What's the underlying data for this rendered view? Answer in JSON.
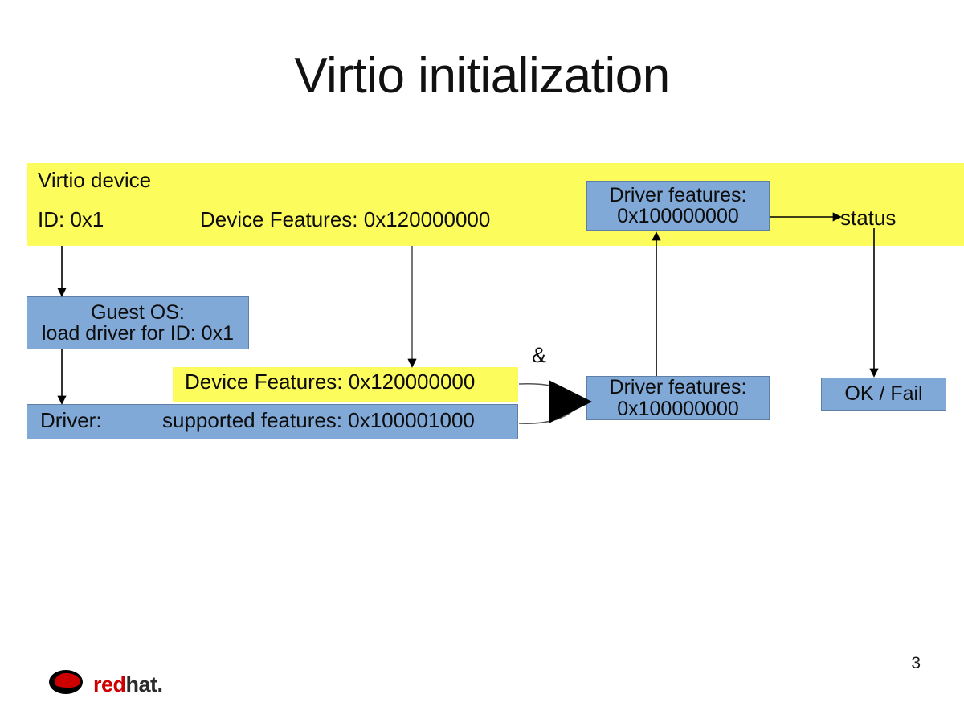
{
  "slide": {
    "title": "Virtio initialization",
    "page_number": "3",
    "colors": {
      "highlight_yellow": "#fcfc5c",
      "box_blue": "#81a9d8",
      "box_border": "#5f7fa6",
      "brand_red": "#cc0000",
      "text": "#0d0d0d",
      "background": "#ffffff"
    }
  },
  "device_band": {
    "name": "Virtio device",
    "id_label": "ID: 0x1",
    "features_label": "Device Features:  0x120000000"
  },
  "boxes": {
    "guest_os": {
      "line1": "Guest OS:",
      "line2": "load driver for ID: 0x1"
    },
    "driver_row": {
      "label": "Driver:",
      "features": "supported features: 0x100001000"
    },
    "device_features_overlay": {
      "text": "Device Features:  0x120000000"
    },
    "driver_features_top": {
      "line1": "Driver features:",
      "line2": "0x100000000"
    },
    "driver_features_bottom": {
      "line1": "Driver features:",
      "line2": "0x100000000"
    },
    "ok_fail": {
      "label": "OK / Fail"
    }
  },
  "labels": {
    "status": "status",
    "ampersand": "&"
  },
  "footer": {
    "brand_first": "red",
    "brand_second": "hat",
    "brand_dot": "."
  }
}
